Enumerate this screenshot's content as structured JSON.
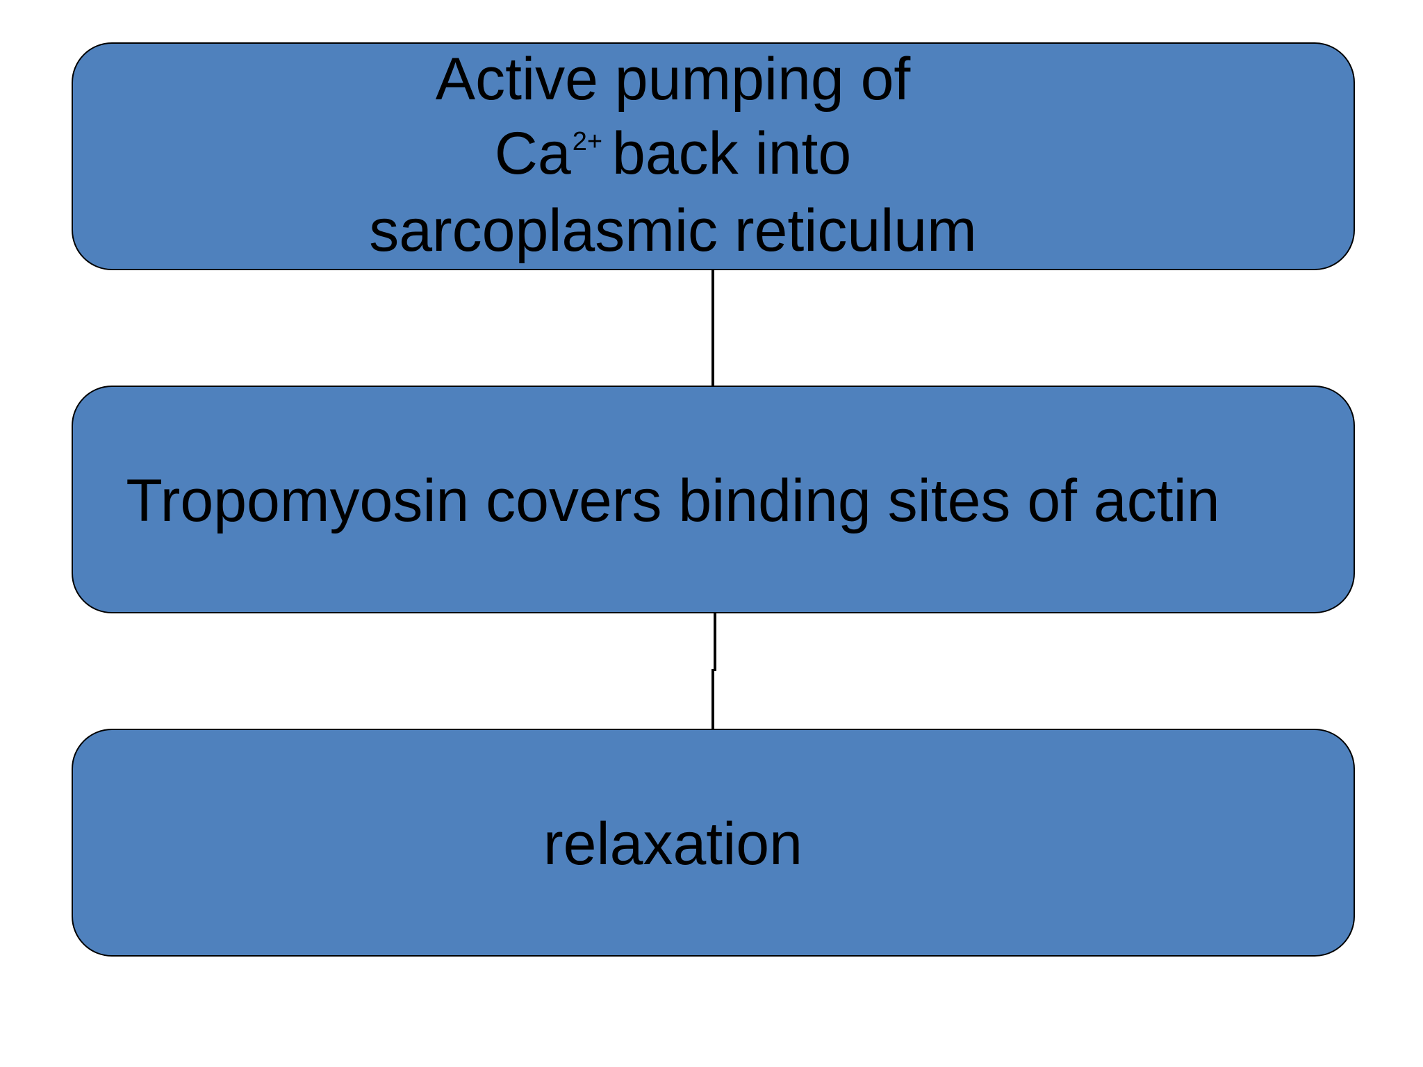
{
  "flowchart": {
    "steps": [
      {
        "line1": "Active pumping of",
        "line2_base": "Ca",
        "line2_sup": "2+",
        "line2_rest": "back into",
        "line3": "sarcoplasmic reticulum"
      },
      {
        "text": "Tropomyosin covers binding sites of actin"
      },
      {
        "text": "relaxation"
      }
    ],
    "colors": {
      "box_fill": "#4f81bd",
      "box_border": "#000000",
      "connector": "#000000",
      "text": "#000000"
    }
  }
}
